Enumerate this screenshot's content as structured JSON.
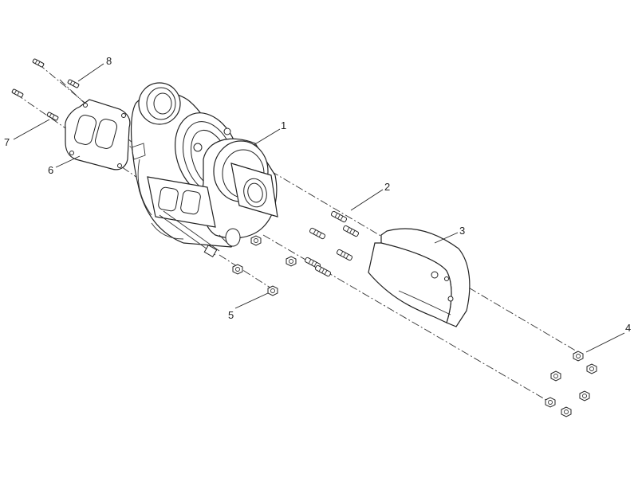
{
  "callouts": [
    {
      "id": "1",
      "text": "1"
    },
    {
      "id": "2",
      "text": "2"
    },
    {
      "id": "3",
      "text": "3"
    },
    {
      "id": "4",
      "text": "4"
    },
    {
      "id": "5",
      "text": "5"
    },
    {
      "id": "6",
      "text": "6"
    },
    {
      "id": "7",
      "text": "7"
    },
    {
      "id": "8",
      "text": "8"
    }
  ],
  "colors": {
    "line": "#222222",
    "background": "#ffffff"
  }
}
